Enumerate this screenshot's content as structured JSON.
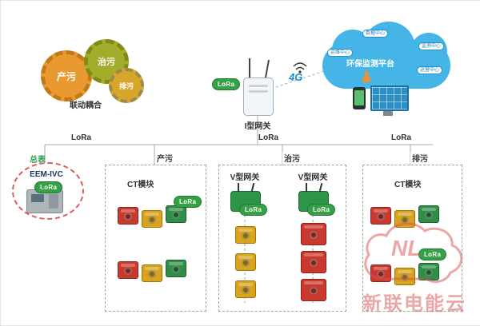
{
  "gears": {
    "produce": "产污",
    "treat": "治污",
    "discharge": "排污",
    "caption": "联动耦合"
  },
  "gateway": {
    "label": "I型网关",
    "lora": "LoRa",
    "network": "4G"
  },
  "cloud": {
    "title": "环保监测平台",
    "node_top": "数据中心",
    "node_left": "运维中心",
    "node_right": "监测中心",
    "node_bottom": "运营中心"
  },
  "bus": {
    "lora_left": "LoRa",
    "lora_center": "LoRa",
    "lora_right": "LoRa"
  },
  "meter": {
    "title": "总表",
    "model": "EEM-IVC",
    "lora": "LoRa"
  },
  "box_produce": {
    "title": "产污",
    "module": "CT模块",
    "lora": "LoRa"
  },
  "box_treat": {
    "title": "治污",
    "gateway_left": "V型网关",
    "gateway_right": "V型网关",
    "lora_left": "LoRa",
    "lora_right": "LoRa"
  },
  "box_discharge": {
    "title": "排污",
    "module": "CT模块",
    "lora": "LoRa"
  },
  "watermark": {
    "logo": "NL",
    "text": "新联电能云"
  }
}
